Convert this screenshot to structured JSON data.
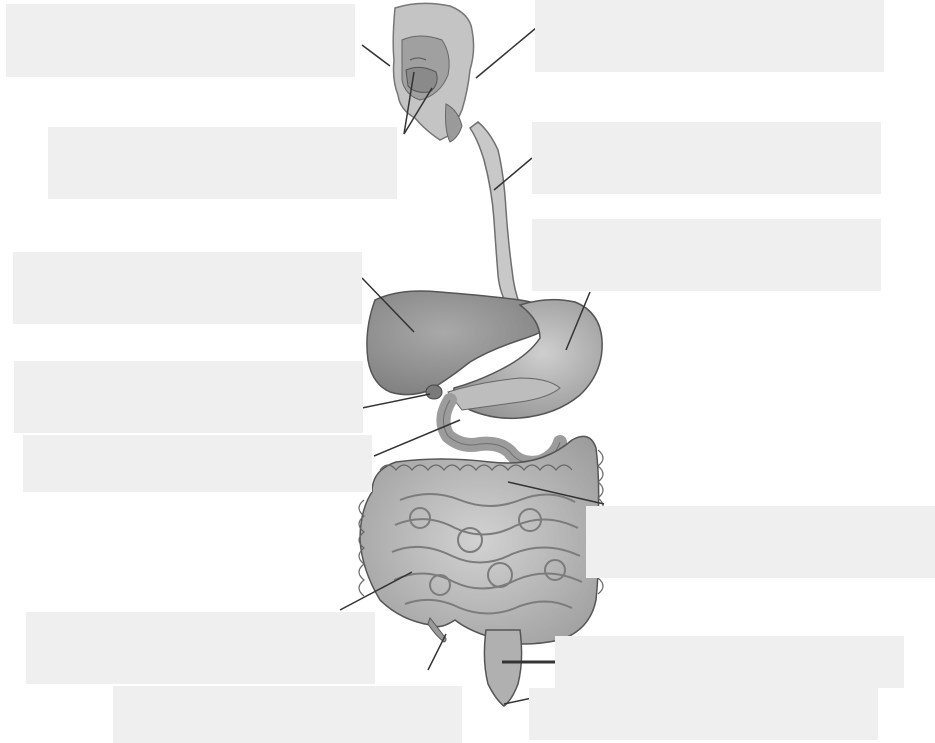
{
  "diagram": {
    "labels": [
      {
        "id": "box-1",
        "text": ""
      },
      {
        "id": "box-2",
        "text": ""
      },
      {
        "id": "box-3",
        "text": ""
      },
      {
        "id": "box-4",
        "text": ""
      },
      {
        "id": "box-5",
        "text": ""
      },
      {
        "id": "box-6",
        "text": ""
      },
      {
        "id": "box-7",
        "text": ""
      },
      {
        "id": "box-8",
        "text": ""
      },
      {
        "id": "box-9",
        "text": ""
      },
      {
        "id": "box-10",
        "text": ""
      },
      {
        "id": "box-11",
        "text": ""
      },
      {
        "id": "box-12",
        "text": ""
      },
      {
        "id": "box-13",
        "text": ""
      }
    ],
    "colors": {
      "label_box": "#efefef",
      "organ_fill": "#b5b5b5",
      "organ_dark": "#8a8a8a",
      "organ_light": "#cfcfcf",
      "leader_line": "#333333"
    }
  }
}
